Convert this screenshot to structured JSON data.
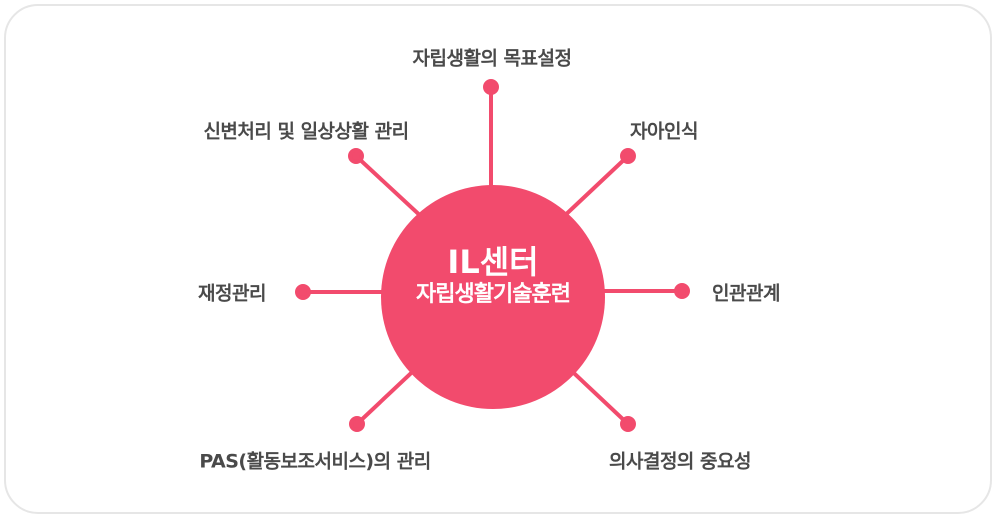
{
  "center": {
    "title": "IL센터",
    "subtitle": "자립생활기술훈련"
  },
  "branches": [
    {
      "label": "자립생활의 목표설정"
    },
    {
      "label": "자아인식"
    },
    {
      "label": "인관관계"
    },
    {
      "label": "의사결정의 중요성"
    },
    {
      "label": "PAS(활동보조서비스)의 관리"
    },
    {
      "label": "재정관리"
    },
    {
      "label": "신변처리 및 일상상활 관리"
    }
  ],
  "colors": {
    "accent": "#f24b6d",
    "text": "#4a4a4a",
    "border": "#e6e6e6"
  }
}
